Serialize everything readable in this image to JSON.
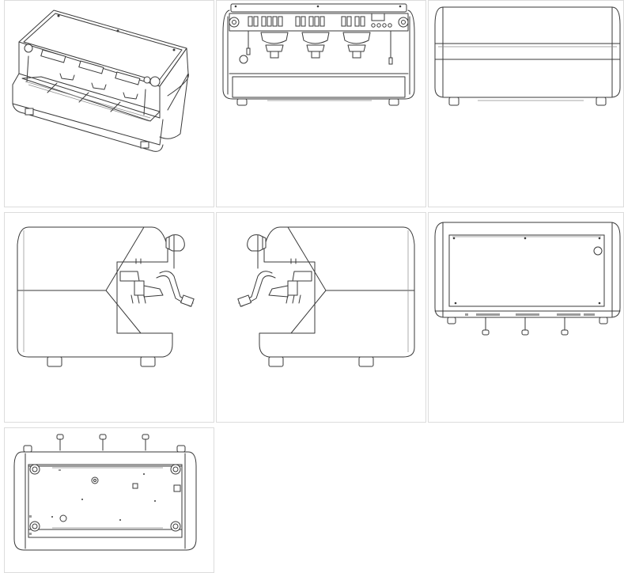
{
  "gallery": {
    "views": [
      {
        "id": "isometric-view"
      },
      {
        "id": "front-view"
      },
      {
        "id": "back-view"
      },
      {
        "id": "left-side-view"
      },
      {
        "id": "right-side-view"
      },
      {
        "id": "top-view"
      },
      {
        "id": "bottom-view"
      }
    ]
  },
  "colors": {
    "line": "#3a3a3a",
    "frame": "#dcdcdc",
    "background": "#ffffff"
  }
}
